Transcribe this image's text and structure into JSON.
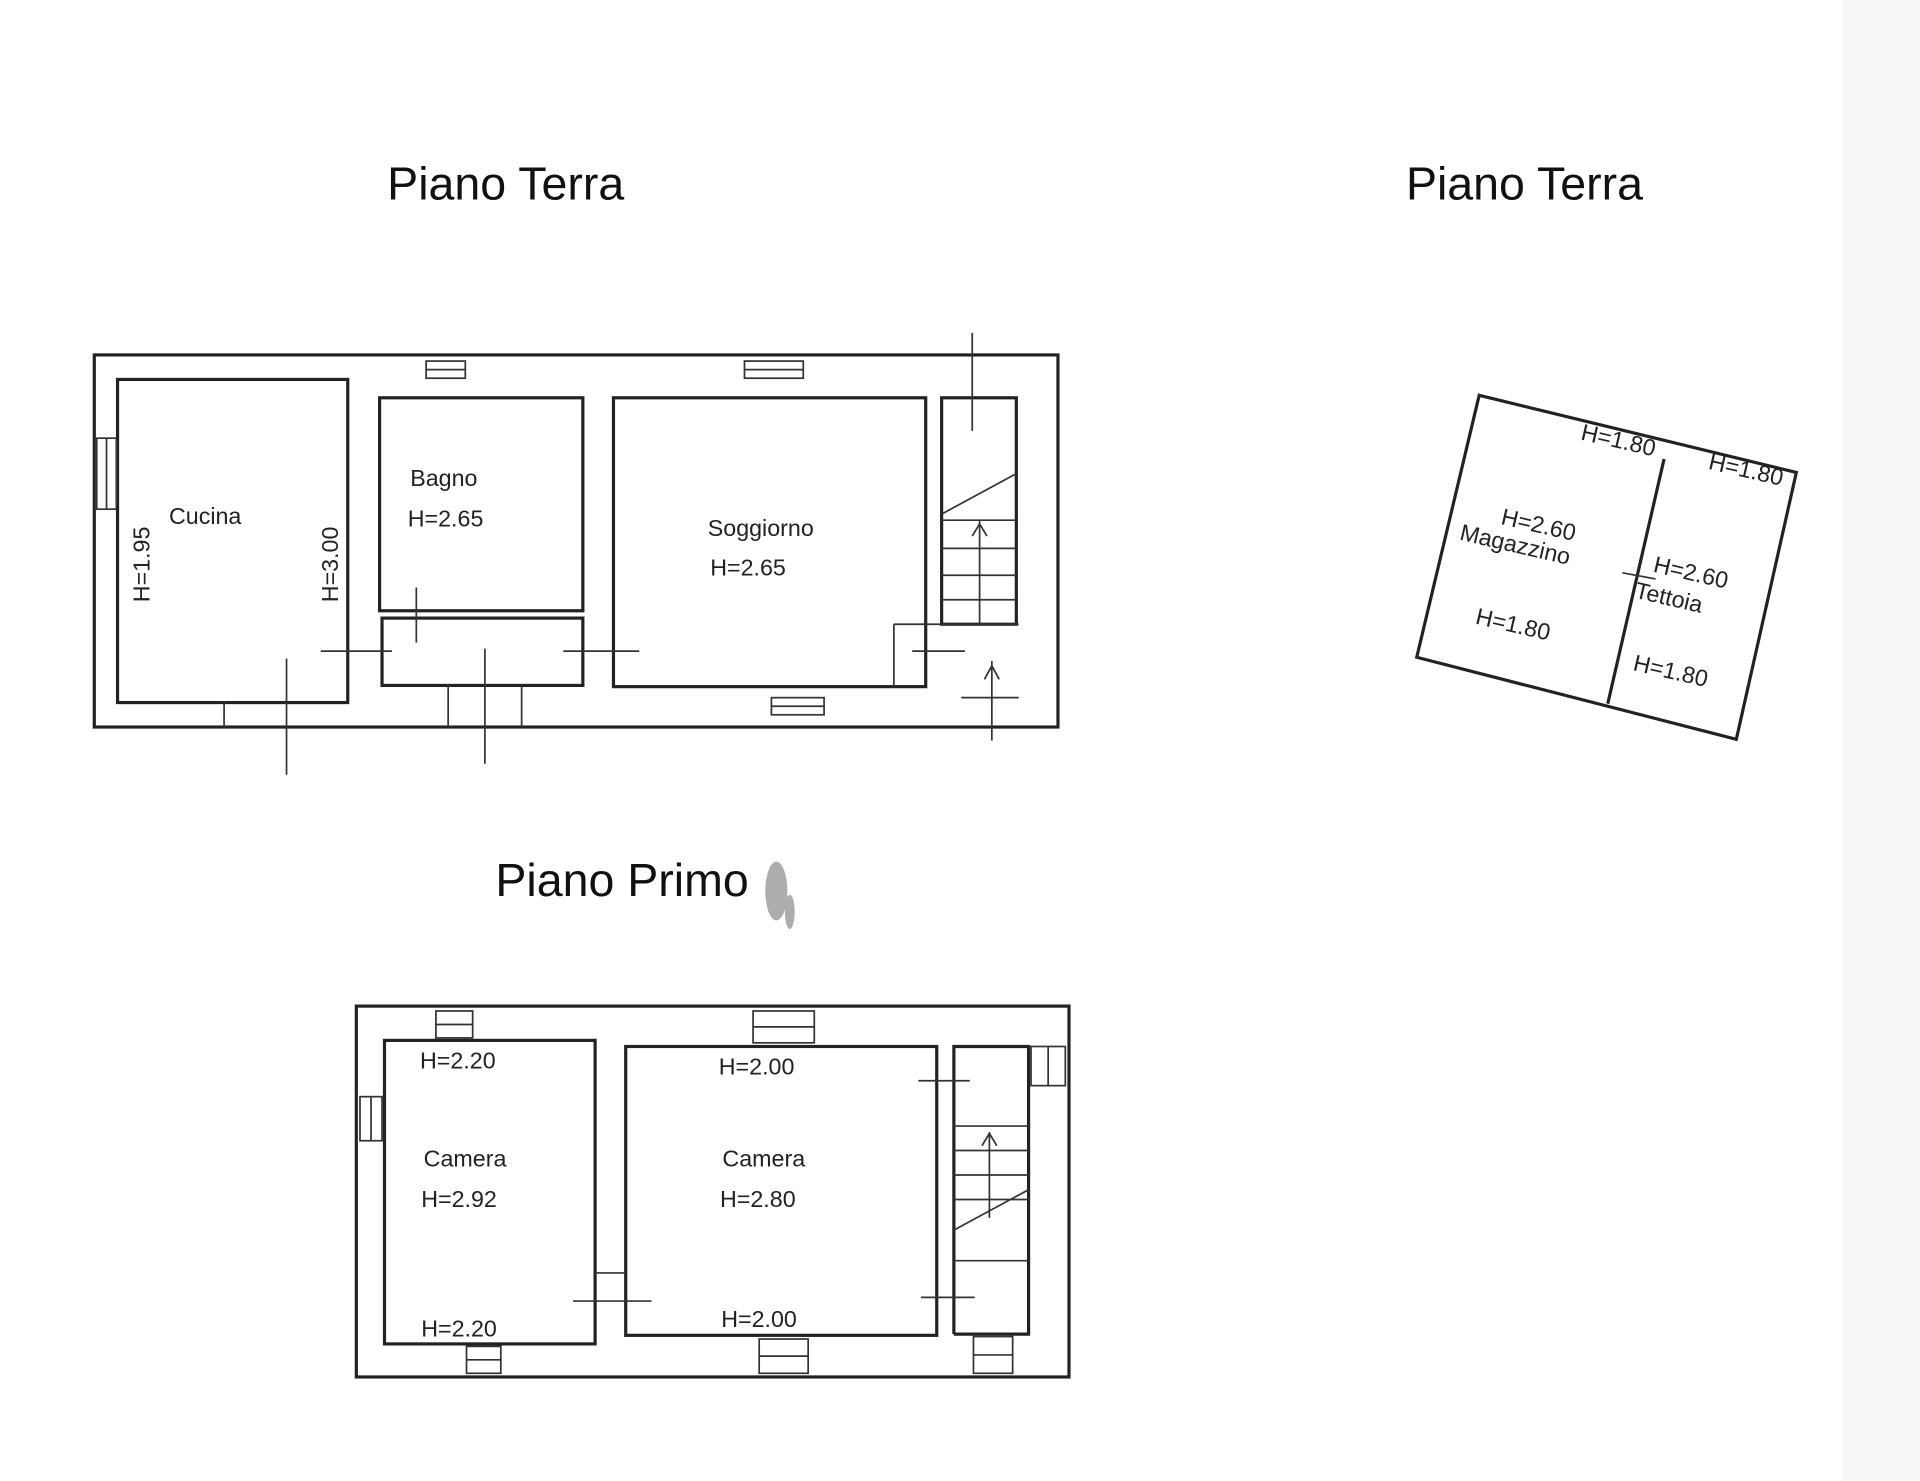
{
  "titles": {
    "ground_main": "Piano Terra",
    "ground_annex": "Piano Terra",
    "first": "Piano Primo"
  },
  "ground_floor": {
    "cucina": {
      "name": "Cucina",
      "h_left": "H=1.95",
      "h_right": "H=3.00"
    },
    "bagno": {
      "name": "Bagno",
      "h": "H=2.65"
    },
    "soggiorno": {
      "name": "Soggiorno",
      "h": "H=2.65"
    }
  },
  "annex": {
    "magazzino": {
      "name": "Magazzino",
      "h": "H=2.60",
      "h_top": "H=1.80",
      "h_bottom": "H=1.80"
    },
    "tettoia": {
      "name": "Tettoia",
      "h": "H=2.60",
      "h_top": "H=1.80",
      "h_bottom": "H=1.80"
    }
  },
  "first_floor": {
    "camera1": {
      "name": "Camera",
      "h": "H=2.92",
      "h_top": "H=2.20",
      "h_bottom": "H=2.20"
    },
    "camera2": {
      "name": "Camera",
      "h": "H=2.80",
      "h_top": "H=2.00",
      "h_bottom": "H=2.00"
    }
  }
}
